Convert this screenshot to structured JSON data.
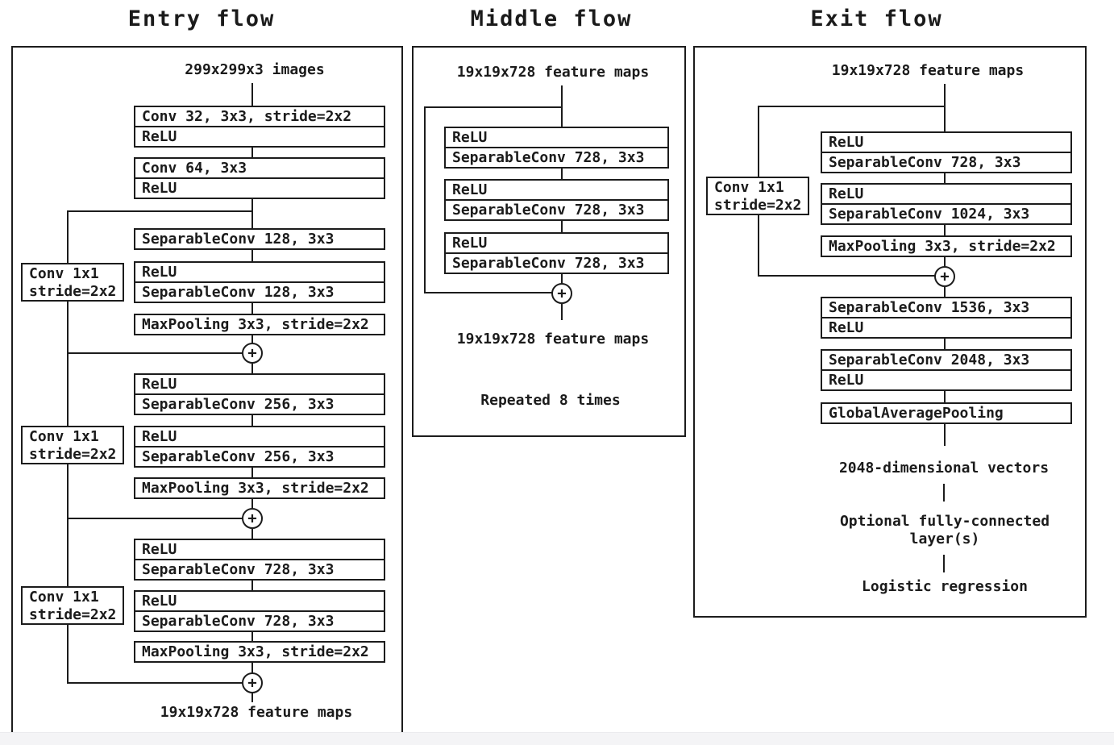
{
  "symbols": {
    "plus": "+"
  },
  "entry": {
    "title": "Entry flow",
    "input_label": "299x299x3 images",
    "output_label": "19x19x728 feature maps",
    "blocks": [
      {
        "rows": [
          "Conv 32, 3x3, stride=2x2",
          "ReLU"
        ]
      },
      {
        "rows": [
          "Conv 64, 3x3",
          "ReLU"
        ]
      },
      {
        "rows": [
          "SeparableConv 128, 3x3"
        ]
      },
      {
        "rows": [
          "ReLU",
          "SeparableConv 128, 3x3"
        ]
      },
      {
        "rows": [
          "MaxPooling 3x3, stride=2x2"
        ]
      },
      {
        "rows": [
          "ReLU",
          "SeparableConv 256, 3x3"
        ]
      },
      {
        "rows": [
          "ReLU",
          "SeparableConv 256, 3x3"
        ]
      },
      {
        "rows": [
          "MaxPooling 3x3, stride=2x2"
        ]
      },
      {
        "rows": [
          "ReLU",
          "SeparableConv 728, 3x3"
        ]
      },
      {
        "rows": [
          "ReLU",
          "SeparableConv 728, 3x3"
        ]
      },
      {
        "rows": [
          "MaxPooling 3x3, stride=2x2"
        ]
      }
    ],
    "skip_boxes": [
      {
        "lines": [
          "Conv 1x1",
          "stride=2x2"
        ]
      },
      {
        "lines": [
          "Conv 1x1",
          "stride=2x2"
        ]
      },
      {
        "lines": [
          "Conv 1x1",
          "stride=2x2"
        ]
      }
    ]
  },
  "middle": {
    "title": "Middle flow",
    "input_label": "19x19x728 feature maps",
    "output_label": "19x19x728 feature maps",
    "note": "Repeated 8 times",
    "blocks": [
      {
        "rows": [
          "ReLU",
          "SeparableConv 728, 3x3"
        ]
      },
      {
        "rows": [
          "ReLU",
          "SeparableConv 728, 3x3"
        ]
      },
      {
        "rows": [
          "ReLU",
          "SeparableConv 728, 3x3"
        ]
      }
    ]
  },
  "exit": {
    "title": "Exit flow",
    "input_label": "19x19x728 feature maps",
    "blocks": [
      {
        "rows": [
          "ReLU",
          "SeparableConv 728, 3x3"
        ]
      },
      {
        "rows": [
          "ReLU",
          "SeparableConv 1024, 3x3"
        ]
      },
      {
        "rows": [
          "MaxPooling 3x3, stride=2x2"
        ]
      },
      {
        "rows": [
          "SeparableConv 1536, 3x3",
          "ReLU"
        ]
      },
      {
        "rows": [
          "SeparableConv 2048, 3x3",
          "ReLU"
        ]
      },
      {
        "rows": [
          "GlobalAveragePooling"
        ]
      }
    ],
    "skip_box": {
      "lines": [
        "Conv 1x1",
        "stride=2x2"
      ]
    },
    "tail_labels": [
      "2048-dimensional vectors",
      "Optional fully-connected\nlayer(s)",
      "Logistic regression"
    ]
  }
}
